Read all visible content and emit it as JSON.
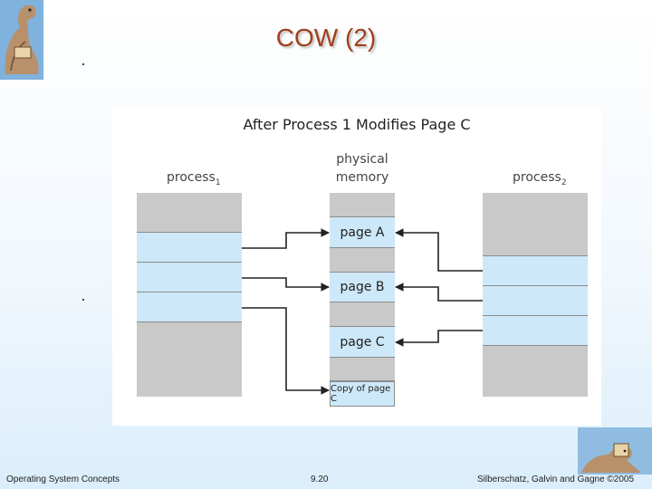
{
  "slide": {
    "title": "COW (2)",
    "footer_left": "Operating System Concepts",
    "footer_center": "9.20",
    "footer_right": "Silberschatz, Galvin and Gagne ©2005"
  },
  "diagram": {
    "title": "After Process 1 Modifies Page C",
    "process1_label": "process",
    "process1_sub": "1",
    "process2_label": "process",
    "process2_sub": "2",
    "memory_label_line1": "physical",
    "memory_label_line2": "memory",
    "pages": {
      "a": "page A",
      "b": "page B",
      "c": "page C",
      "copy": "Copy of page C"
    }
  },
  "colors": {
    "title": "#a0401a",
    "page_fill": "#cde8f8",
    "free_fill": "#c9c9c9"
  }
}
